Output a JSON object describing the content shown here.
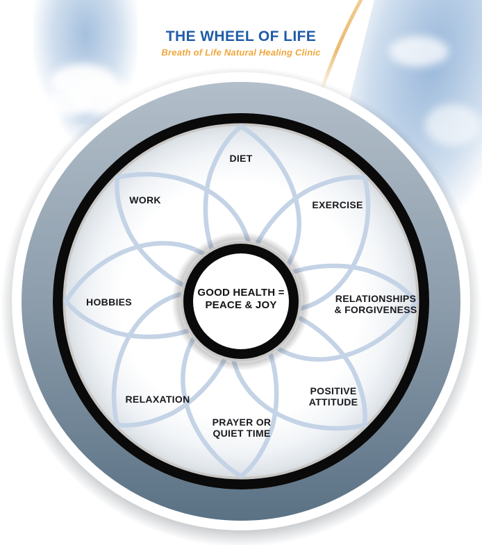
{
  "header": {
    "title": "THE WHEEL OF LIFE",
    "subtitle": "Breath of Life Natural Healing Clinic"
  },
  "wheel": {
    "center_label": "GOOD HEALTH =\nPEACE & JOY",
    "segments": [
      {
        "id": "diet",
        "label": "DIET"
      },
      {
        "id": "exercise",
        "label": "EXERCISE"
      },
      {
        "id": "relationships-forgiveness",
        "label": "RELATIONSHIPS\n& FORGIVENESS"
      },
      {
        "id": "positive-attitude",
        "label": "POSITIVE\nATTITUDE"
      },
      {
        "id": "prayer-quiet-time",
        "label": "PRAYER OR\nQUIET TIME"
      },
      {
        "id": "relaxation",
        "label": "RELAXATION"
      },
      {
        "id": "hobbies",
        "label": "HOBBIES"
      },
      {
        "id": "work",
        "label": "WORK"
      }
    ]
  },
  "colors": {
    "title_blue": "#1e5ca6",
    "subtitle_gold": "#f0a73c",
    "label_text": "#18181d",
    "petal_outline": "#c4d3e6",
    "ring_black": "#0a0a0a",
    "ring_steel_top": "#b4c0cb",
    "ring_steel_bottom": "#587083",
    "ring_silver": "#c9c8c6",
    "gold_arc": "#eaba72",
    "sky_blue": "#aec4de"
  }
}
